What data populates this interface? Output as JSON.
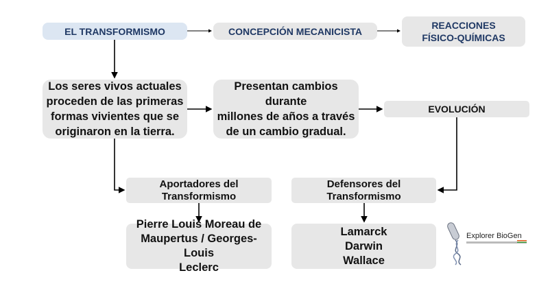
{
  "diagram": {
    "nodes": {
      "transformismo": "EL TRANSFORMISMO",
      "concepcion": "CONCEPCIÓN MECANICISTA",
      "reacciones_line1": "REACCIONES",
      "reacciones_line2": "FÍSICO-QUÍMICAS",
      "seres_vivos_l1": "Los seres vivos actuales",
      "seres_vivos_l2": "proceden de las primeras",
      "seres_vivos_l3": "formas vivientes que se",
      "seres_vivos_l4": "originaron en la tierra.",
      "presentan_l1": "Presentan cambios durante",
      "presentan_l2": "millones de años a través",
      "presentan_l3": "de un cambio gradual.",
      "evolucion": "EVOLUCIÓN",
      "aportadores_l1": "Aportadores del",
      "aportadores_l2": "Transformismo",
      "defensores_l1": "Defensores del",
      "defensores_l2": "Transformismo",
      "pierre_l1": "Pierre Louis Moreau de",
      "pierre_l2": "Maupertus / Georges-Louis",
      "pierre_l3": "Leclerc",
      "defensores_list_l1": "Lamarck",
      "defensores_list_l2": "Darwin",
      "defensores_list_l3": "Wallace"
    },
    "edges": [
      [
        "transformismo",
        "concepcion"
      ],
      [
        "concepcion",
        "reacciones"
      ],
      [
        "transformismo",
        "seres_vivos"
      ],
      [
        "seres_vivos",
        "presentan"
      ],
      [
        "presentan",
        "evolucion"
      ],
      [
        "seres_vivos",
        "aportadores"
      ],
      [
        "evolucion",
        "defensores"
      ],
      [
        "aportadores",
        "pierre"
      ],
      [
        "defensores",
        "defensores_list"
      ]
    ],
    "colors": {
      "box_gray": "#e7e7e7",
      "box_blue": "#dce6f2",
      "navy_text": "#1f3864"
    }
  },
  "logo": {
    "name": "Explorer BioGen",
    "icon": "dna-test-tube-icon"
  }
}
